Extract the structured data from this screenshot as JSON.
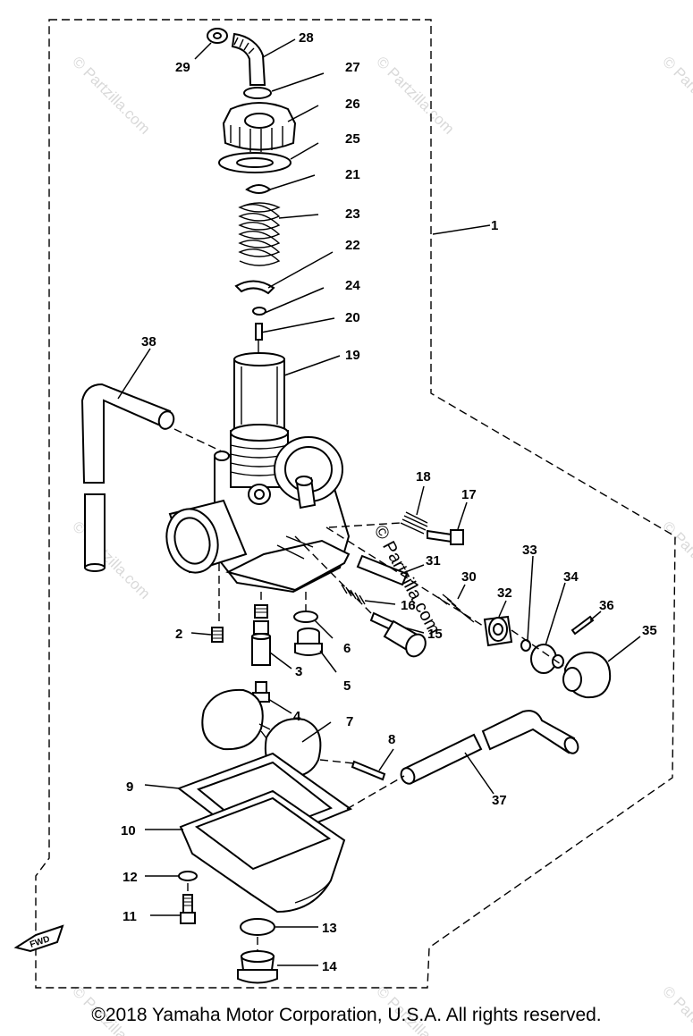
{
  "watermark": {
    "text": "© Partzilla.com"
  },
  "fwd_badge": "FWD",
  "copyright": "©2018  Yamaha Motor Corporation, U.S.A. All rights reserved.",
  "parts": [
    {
      "no": "1"
    },
    {
      "no": "2"
    },
    {
      "no": "3"
    },
    {
      "no": "4"
    },
    {
      "no": "5"
    },
    {
      "no": "6"
    },
    {
      "no": "7"
    },
    {
      "no": "8"
    },
    {
      "no": "9"
    },
    {
      "no": "10"
    },
    {
      "no": "11"
    },
    {
      "no": "12"
    },
    {
      "no": "13"
    },
    {
      "no": "14"
    },
    {
      "no": "15"
    },
    {
      "no": "16"
    },
    {
      "no": "17"
    },
    {
      "no": "18"
    },
    {
      "no": "19"
    },
    {
      "no": "20"
    },
    {
      "no": "21"
    },
    {
      "no": "22"
    },
    {
      "no": "23"
    },
    {
      "no": "24"
    },
    {
      "no": "25"
    },
    {
      "no": "26"
    },
    {
      "no": "27"
    },
    {
      "no": "28"
    },
    {
      "no": "29"
    },
    {
      "no": "30"
    },
    {
      "no": "31"
    },
    {
      "no": "32"
    },
    {
      "no": "33"
    },
    {
      "no": "34"
    },
    {
      "no": "35"
    },
    {
      "no": "36"
    },
    {
      "no": "37"
    },
    {
      "no": "38"
    }
  ]
}
